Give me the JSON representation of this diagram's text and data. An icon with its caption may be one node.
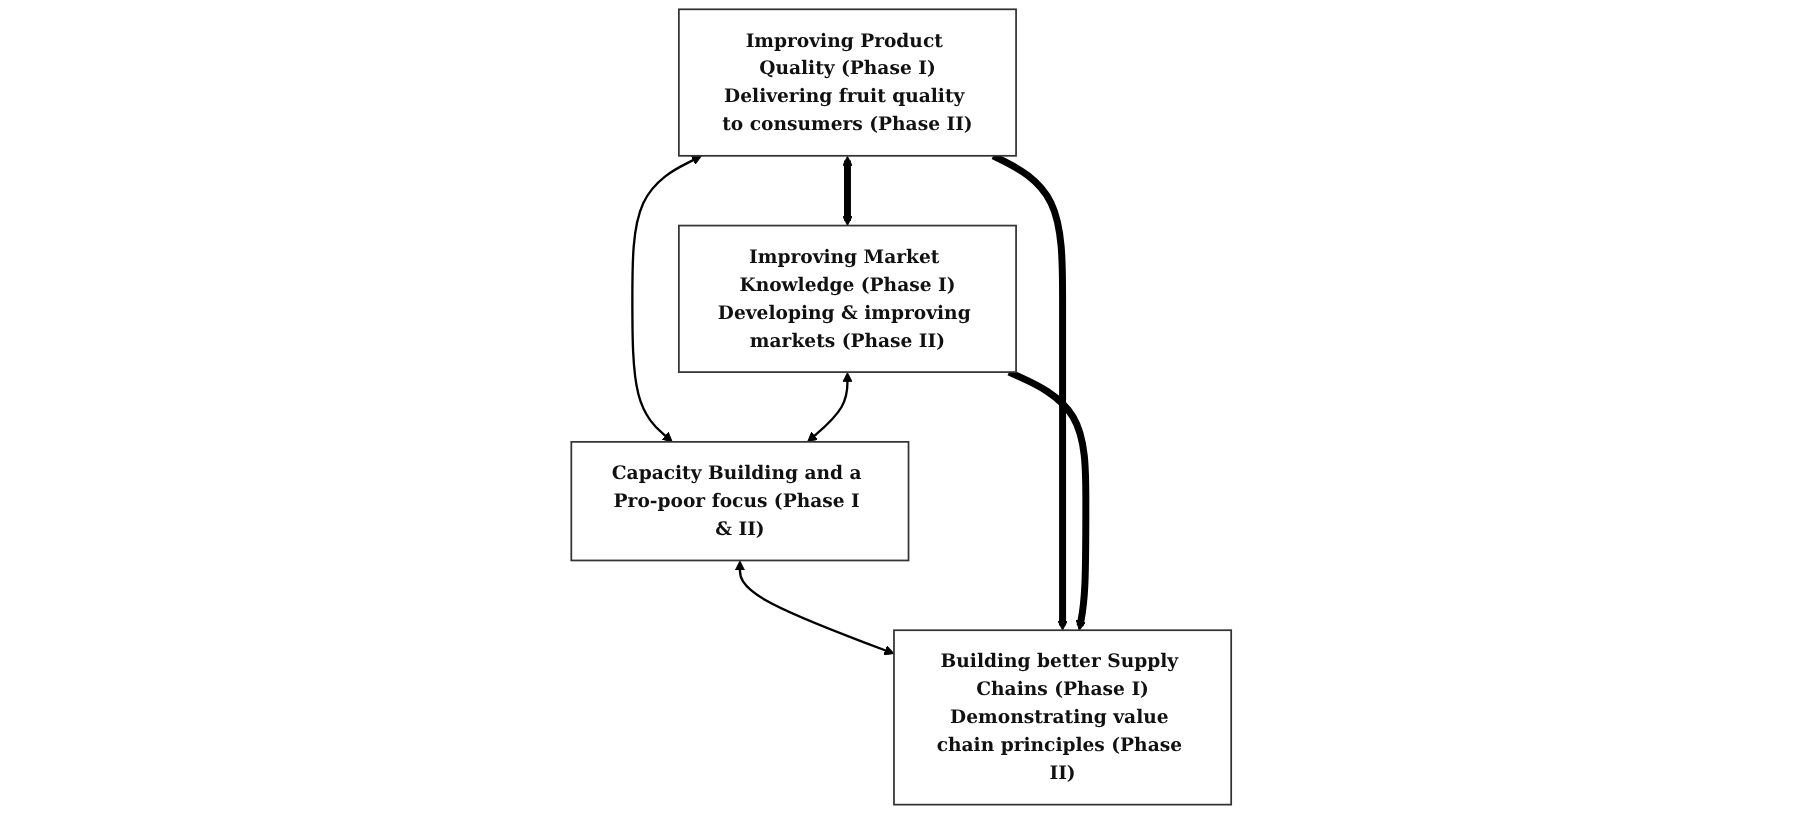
{
  "diagram": {
    "nodes": [
      {
        "text": [
          "Improving Product Quality (Phase I)",
          "Delivering fruit quality to consumers (Phase II)"
        ]
      },
      {
        "text": [
          "Improving Market Knowledge (Phase I)",
          "Developing & improving markets (Phase II)"
        ]
      },
      {
        "text": [
          "Capacity Building and a Pro-poor focus (Phase I & II)"
        ]
      },
      {
        "text": [
          "Building better Supply Chains (Phase I)",
          "Demonstrating value chain principles (Phase II)"
        ]
      }
    ],
    "edges": [
      {
        "from": 0,
        "to": 1,
        "arrow": "both",
        "style": "thick"
      },
      {
        "from": 0,
        "to": 2,
        "arrow": "both"
      },
      {
        "from": 1,
        "to": 2,
        "arrow": "both"
      },
      {
        "from": 2,
        "to": 3,
        "arrow": "both"
      },
      {
        "from": 0,
        "to": 3,
        "arrow": "to",
        "style": "thick"
      },
      {
        "from": 1,
        "to": 3,
        "arrow": "to",
        "style": "thick"
      }
    ]
  }
}
